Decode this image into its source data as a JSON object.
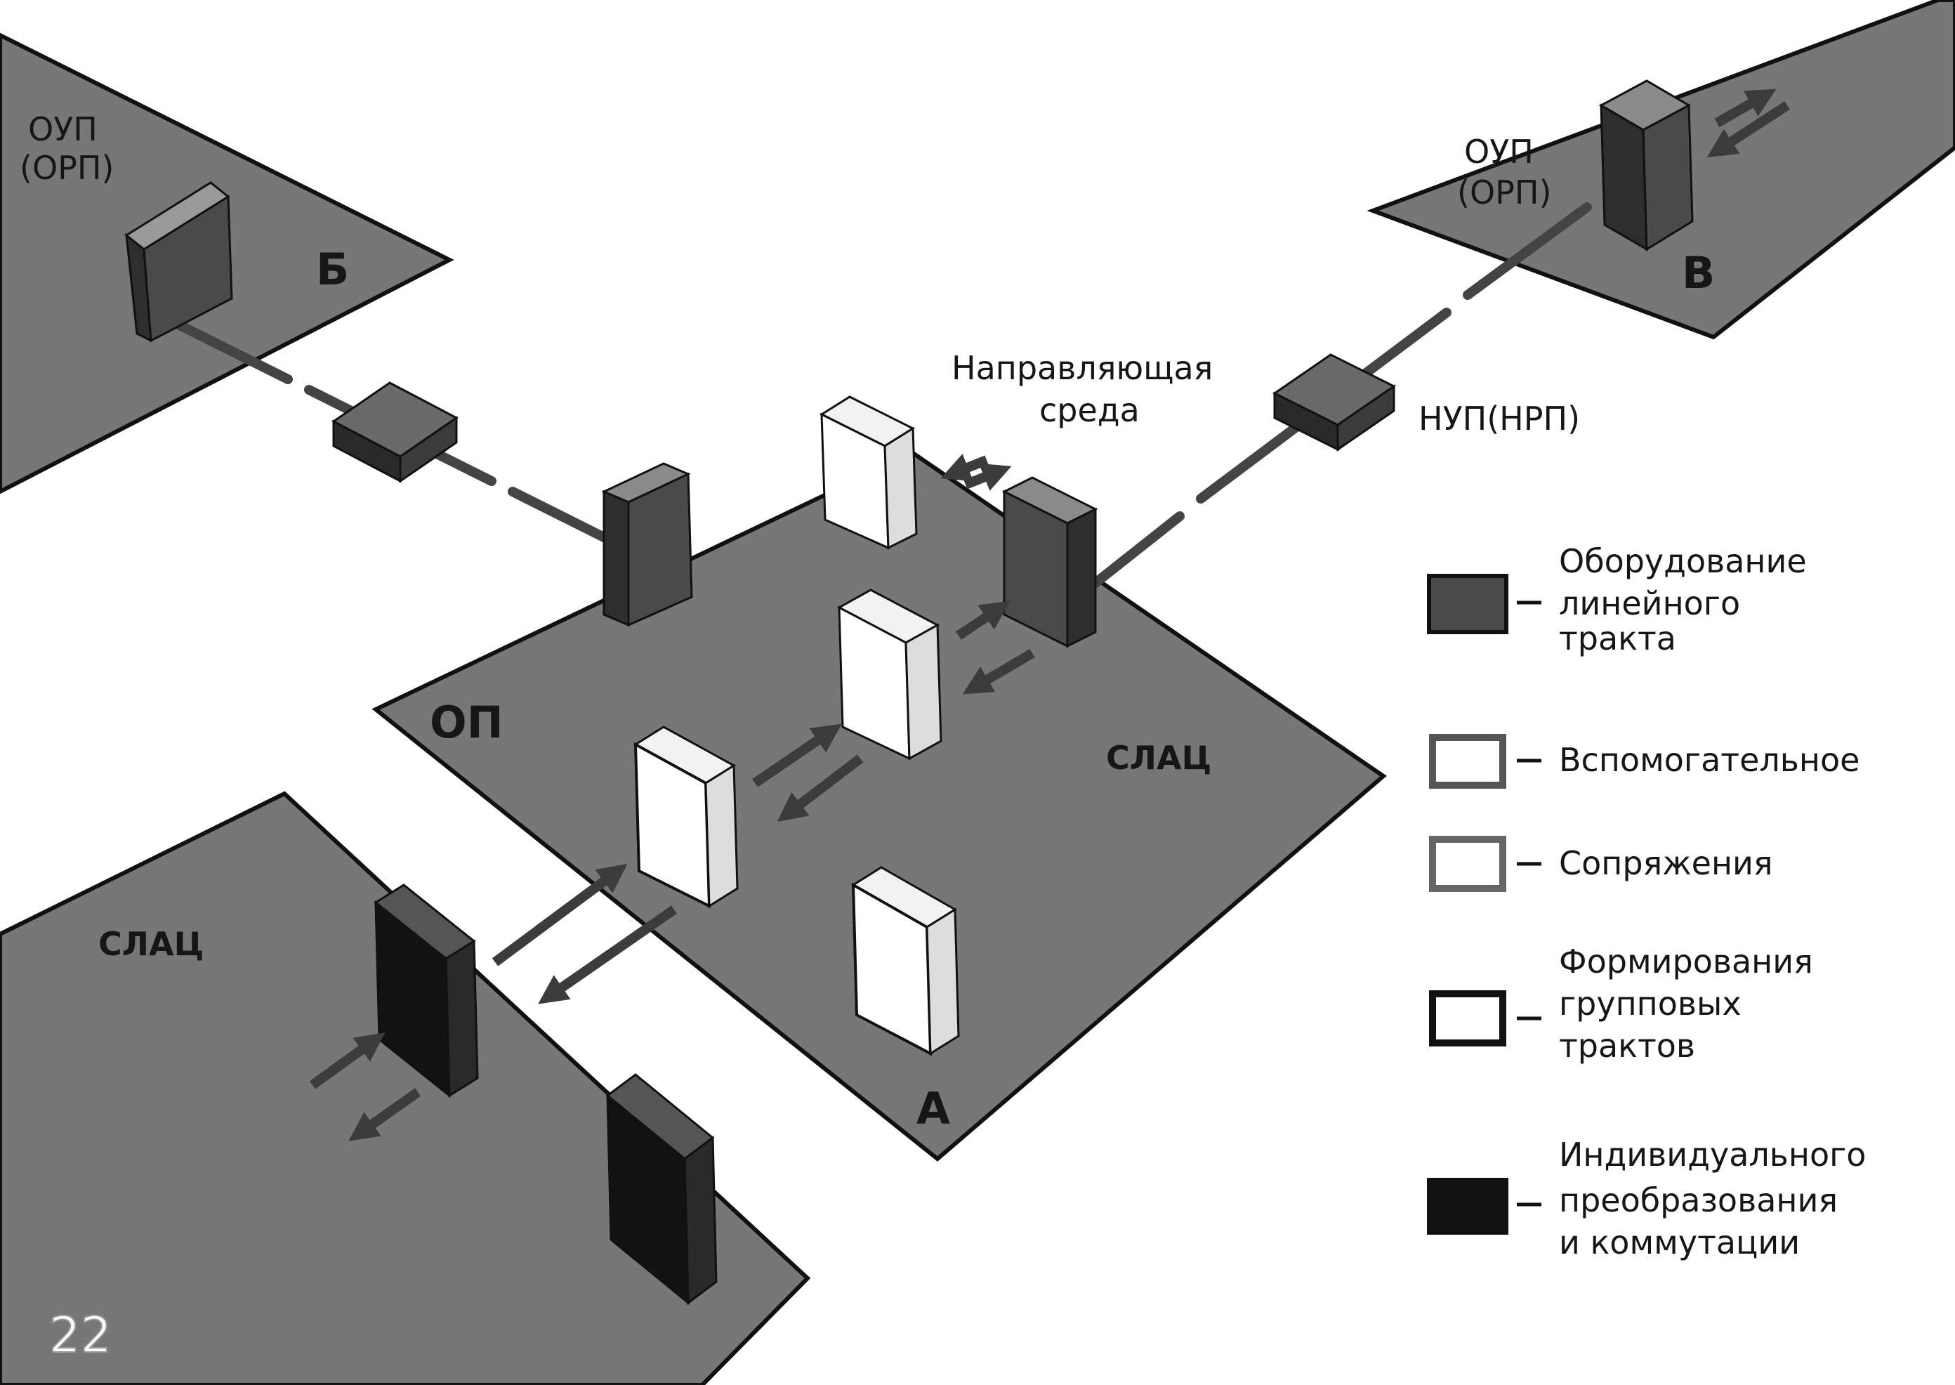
{
  "colors": {
    "platform": "#777777",
    "platform_edge": "#111111",
    "line_equipment": "#4a4a4a",
    "white_block": "#ffffff",
    "black_block": "#121212",
    "arrow": "#3c3c3c",
    "ink": "#161616"
  },
  "labels": {
    "station_b_title": "ОУП",
    "station_b_subtitle": "(ОРП)",
    "station_b_letter": "Б",
    "station_v_title": "ОУП",
    "station_v_subtitle": "(ОРП)",
    "station_v_letter": "В",
    "medium_line1": "Направляющая",
    "medium_line2": "среда",
    "repeater": "НУП(НРП)",
    "terminal": "ОП",
    "terminal_letter": "А",
    "slac_right": "СЛАЦ",
    "slac_left": "СЛАЦ",
    "page_number": "22"
  },
  "legend": {
    "items": [
      {
        "swatch": "line",
        "lines": [
          "Оборудование",
          "линейного",
          "тракта"
        ]
      },
      {
        "swatch": "aux",
        "lines": [
          "Вспомогательное"
        ]
      },
      {
        "swatch": "interface",
        "lines": [
          "Сопряжения"
        ]
      },
      {
        "swatch": "group",
        "lines": [
          "Формирования",
          "групповых",
          "трактов"
        ]
      },
      {
        "swatch": "switch",
        "lines": [
          "Индивидуального",
          "преобразования",
          "и коммутации"
        ]
      }
    ]
  }
}
